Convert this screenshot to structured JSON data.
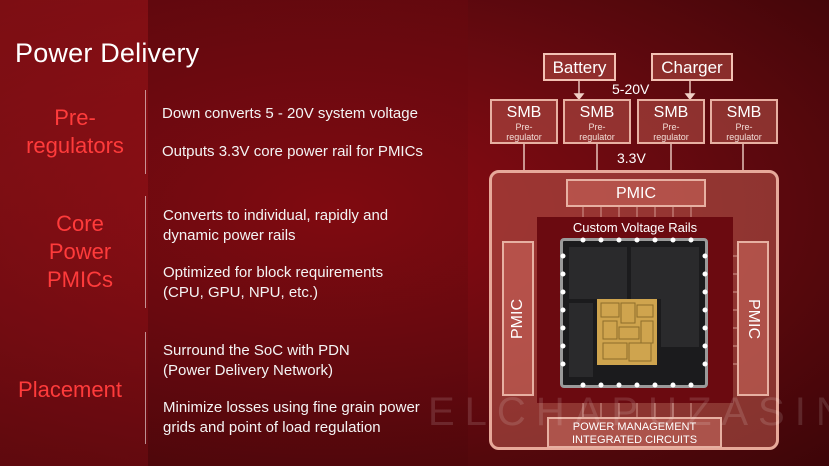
{
  "slide": {
    "title": "Power Delivery",
    "sections": [
      {
        "label_lines": [
          "Pre-",
          "regulators"
        ]
      },
      {
        "label_lines": [
          "Core",
          "Power",
          "PMICs"
        ]
      },
      {
        "label_lines": [
          "Placement"
        ]
      }
    ],
    "bullets": [
      "Down converts 5 - 20V system voltage",
      "Outputs 3.3V core power rail for PMICs",
      "Converts to individual, rapidly and",
      "dynamic power rails",
      "Optimized for block requirements",
      "(CPU, GPU, NPU, etc.)",
      "Surround the SoC with PDN",
      "(Power Delivery Network)",
      "Minimize losses using fine grain power",
      "grids and point of load regulation"
    ]
  },
  "diagram": {
    "battery": "Battery",
    "charger": "Charger",
    "input_voltage": "5-20V",
    "core_voltage": "3.3V",
    "smb_label": "SMB",
    "smb_sub": [
      "Pre-",
      "regulator"
    ],
    "pmic_label": "PMIC",
    "rails_label": "Custom Voltage Rails",
    "pm_lines": [
      "POWER MANAGEMENT",
      "INTEGRATED CIRCUITS"
    ],
    "colors": {
      "accent": "#ff3b3b",
      "box_border": "#e7b0a2",
      "background": "#6a0a10"
    }
  },
  "watermark": "ELCHAPUZASINFORMATICO"
}
